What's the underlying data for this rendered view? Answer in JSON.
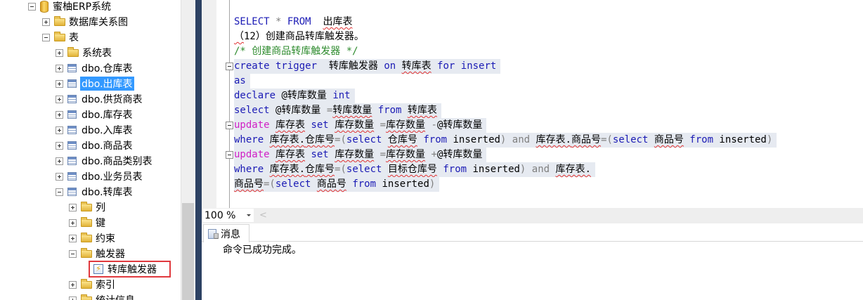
{
  "explorer": {
    "root": {
      "label": "蜜柚ERP系统",
      "icon": "database-icon",
      "expanded": true
    },
    "items": [
      {
        "label": "数据库关系图",
        "icon": "folder-icon",
        "expanded": false,
        "level": 1
      },
      {
        "label": "表",
        "icon": "folder-icon",
        "expanded": true,
        "level": 1
      },
      {
        "label": "系统表",
        "icon": "folder-icon",
        "expanded": false,
        "level": 2
      },
      {
        "label": "dbo.仓库表",
        "icon": "table-icon",
        "expanded": false,
        "level": 2
      },
      {
        "label": "dbo.出库表",
        "icon": "table-icon",
        "expanded": false,
        "level": 2,
        "selected": true
      },
      {
        "label": "dbo.供货商表",
        "icon": "table-icon",
        "expanded": false,
        "level": 2
      },
      {
        "label": "dbo.库存表",
        "icon": "table-icon",
        "expanded": false,
        "level": 2
      },
      {
        "label": "dbo.入库表",
        "icon": "table-icon",
        "expanded": false,
        "level": 2
      },
      {
        "label": "dbo.商品表",
        "icon": "table-icon",
        "expanded": false,
        "level": 2
      },
      {
        "label": "dbo.商品类别表",
        "icon": "table-icon",
        "expanded": false,
        "level": 2
      },
      {
        "label": "dbo.业务员表",
        "icon": "table-icon",
        "expanded": false,
        "level": 2
      },
      {
        "label": "dbo.转库表",
        "icon": "table-icon",
        "expanded": true,
        "level": 2
      },
      {
        "label": "列",
        "icon": "folder-icon",
        "expanded": false,
        "level": 3
      },
      {
        "label": "键",
        "icon": "folder-icon",
        "expanded": false,
        "level": 3
      },
      {
        "label": "约束",
        "icon": "folder-icon",
        "expanded": false,
        "level": 3
      },
      {
        "label": "触发器",
        "icon": "folder-icon",
        "expanded": true,
        "level": 3
      },
      {
        "label": "转库触发器",
        "icon": "trigger-icon",
        "level": 4,
        "highlighted": true
      },
      {
        "label": "索引",
        "icon": "folder-icon",
        "expanded": false,
        "level": 3
      },
      {
        "label": "统计信息",
        "icon": "folder-icon",
        "expanded": false,
        "level": 3
      }
    ]
  },
  "editor": {
    "lines": [
      {
        "tokens": [
          [
            "kw",
            "SELECT"
          ],
          [
            "op",
            " * "
          ],
          [
            "kw",
            "FROM"
          ],
          [
            "",
            "  "
          ],
          [
            "sq",
            "出库表"
          ]
        ]
      },
      {
        "tokens": [
          [
            "sq",
            "（"
          ],
          [
            "",
            "12）创建商品转库触发器。"
          ]
        ]
      },
      {
        "tokens": [
          [
            "cm",
            "/* 创建商品转库触发器 */"
          ]
        ]
      },
      {
        "tokens": [
          [
            "kw",
            "create trigger"
          ],
          [
            "",
            "  转库触发器 "
          ],
          [
            "kw",
            "on"
          ],
          [
            "",
            " "
          ],
          [
            "sq",
            "转库表"
          ],
          [
            "",
            " "
          ],
          [
            "kw",
            "for insert"
          ]
        ],
        "fold": true,
        "hl": true
      },
      {
        "tokens": [
          [
            "kw",
            "as"
          ]
        ],
        "hl": true
      },
      {
        "tokens": [
          [
            "kw",
            "declare"
          ],
          [
            "",
            " @转库数量 "
          ],
          [
            "kw",
            "int"
          ]
        ],
        "hl": true
      },
      {
        "tokens": [
          [
            "kw",
            "select"
          ],
          [
            "",
            " @转库数量 "
          ],
          [
            "op",
            "="
          ],
          [
            "sq",
            "转库数量"
          ],
          [
            "",
            " "
          ],
          [
            "kw",
            "from"
          ],
          [
            "",
            " "
          ],
          [
            "sq",
            "转库表"
          ]
        ],
        "hl": true
      },
      {
        "tokens": [
          [
            "fn",
            "update"
          ],
          [
            "",
            " "
          ],
          [
            "sq",
            "库存表"
          ],
          [
            "",
            " "
          ],
          [
            "kw",
            "set"
          ],
          [
            "",
            " "
          ],
          [
            "sq",
            "库存数量"
          ],
          [
            "",
            " "
          ],
          [
            "op",
            "="
          ],
          [
            "sq",
            "库存数量"
          ],
          [
            "",
            " "
          ],
          [
            "op",
            "-"
          ],
          [
            "",
            "@转库数量"
          ]
        ],
        "fold": true,
        "hl": true
      },
      {
        "tokens": [
          [
            "kw",
            "where"
          ],
          [
            "",
            " "
          ],
          [
            "sq",
            "库存表."
          ],
          [
            "sq",
            "仓库号"
          ],
          [
            "op",
            "=("
          ],
          [
            "kw",
            "select"
          ],
          [
            "",
            " "
          ],
          [
            "sq",
            "仓库号"
          ],
          [
            "",
            " "
          ],
          [
            "kw",
            "from"
          ],
          [
            "",
            " inserted"
          ],
          [
            "op",
            ")"
          ],
          [
            "",
            " "
          ],
          [
            "op",
            "and"
          ],
          [
            "",
            " "
          ],
          [
            "sq",
            "库存表."
          ],
          [
            "sq",
            "商品号"
          ],
          [
            "op",
            "=("
          ],
          [
            "kw",
            "select"
          ],
          [
            "",
            " "
          ],
          [
            "sq",
            "商品号"
          ],
          [
            "",
            " "
          ],
          [
            "kw",
            "from"
          ],
          [
            "",
            " inserted"
          ],
          [
            "op",
            ")"
          ]
        ],
        "hl": true
      },
      {
        "tokens": [
          [
            "fn",
            "update"
          ],
          [
            "",
            " "
          ],
          [
            "sq",
            "库存表"
          ],
          [
            "",
            " "
          ],
          [
            "kw",
            "set"
          ],
          [
            "",
            " "
          ],
          [
            "sq",
            "库存数量"
          ],
          [
            "",
            " "
          ],
          [
            "op",
            "="
          ],
          [
            "sq",
            "库存数量"
          ],
          [
            "",
            " "
          ],
          [
            "op",
            "+"
          ],
          [
            "",
            "@转库数量"
          ]
        ],
        "fold": true,
        "hl": true
      },
      {
        "tokens": [
          [
            "kw",
            "where"
          ],
          [
            "",
            " "
          ],
          [
            "sq",
            "库存表."
          ],
          [
            "sq",
            "仓库号"
          ],
          [
            "op",
            "=("
          ],
          [
            "kw",
            "select"
          ],
          [
            "",
            " "
          ],
          [
            "sq",
            "目标仓库号"
          ],
          [
            "",
            " "
          ],
          [
            "kw",
            "from"
          ],
          [
            "",
            " inserted"
          ],
          [
            "op",
            ")"
          ],
          [
            "",
            " "
          ],
          [
            "op",
            "and"
          ],
          [
            "",
            " "
          ],
          [
            "sq",
            "库存表."
          ]
        ],
        "hl": true
      },
      {
        "tokens": [
          [
            "sq",
            "商品号"
          ],
          [
            "op",
            "=("
          ],
          [
            "kw",
            "select"
          ],
          [
            "",
            " "
          ],
          [
            "sq",
            "商品号"
          ],
          [
            "",
            " "
          ],
          [
            "kw",
            "from"
          ],
          [
            "",
            " inserted"
          ],
          [
            "op",
            ")"
          ]
        ],
        "hl": true
      }
    ]
  },
  "zoom": {
    "value": "100 %"
  },
  "results": {
    "tab_label": "消息",
    "message": "命令已成功完成。"
  },
  "colors": {
    "keyword": "#1b1bb5",
    "function_keyword": "#d01fc5",
    "operator": "#808080",
    "comment": "#2e8b2e",
    "selection": "#3399ff",
    "highlight_box": "#e0393e",
    "splitter": "#2d4263"
  }
}
